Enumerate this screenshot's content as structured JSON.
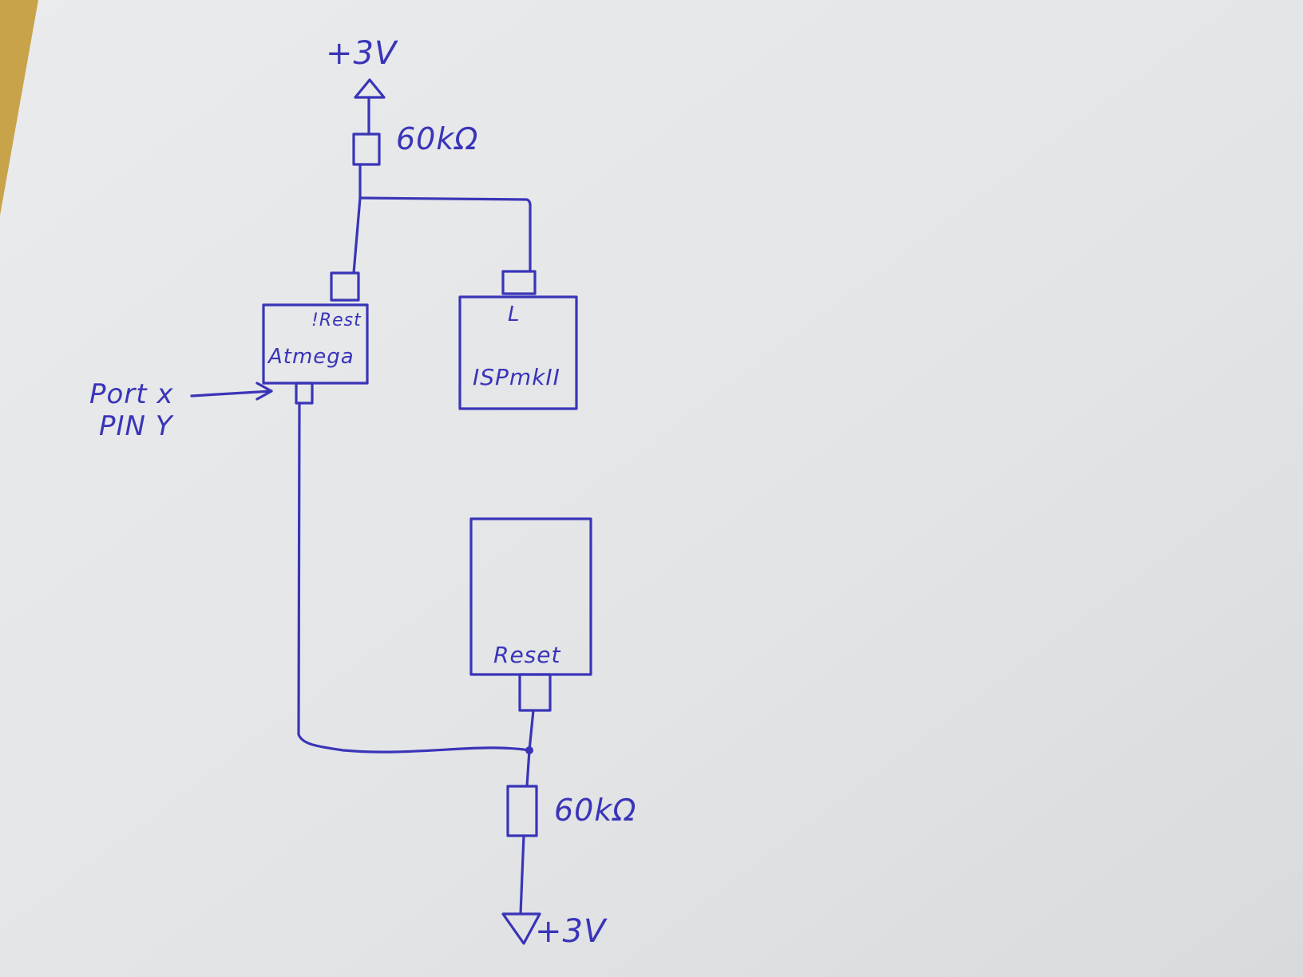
{
  "labels": {
    "supply_top": "+3V",
    "resistor_top": "60kΩ",
    "atmega_pin": "!Rest",
    "atmega_name": "Atmega",
    "isp_pin": "L",
    "isp_name": "ISPmkII",
    "port_line1": "Port x",
    "port_line2": "PIN Y",
    "reset_pin": "Reset",
    "resistor_bottom": "60kΩ",
    "supply_bottom": "+3V"
  },
  "colors": {
    "ink": "#3a34b8",
    "paper": "#e4e6e8",
    "background": "#c9a34a"
  }
}
